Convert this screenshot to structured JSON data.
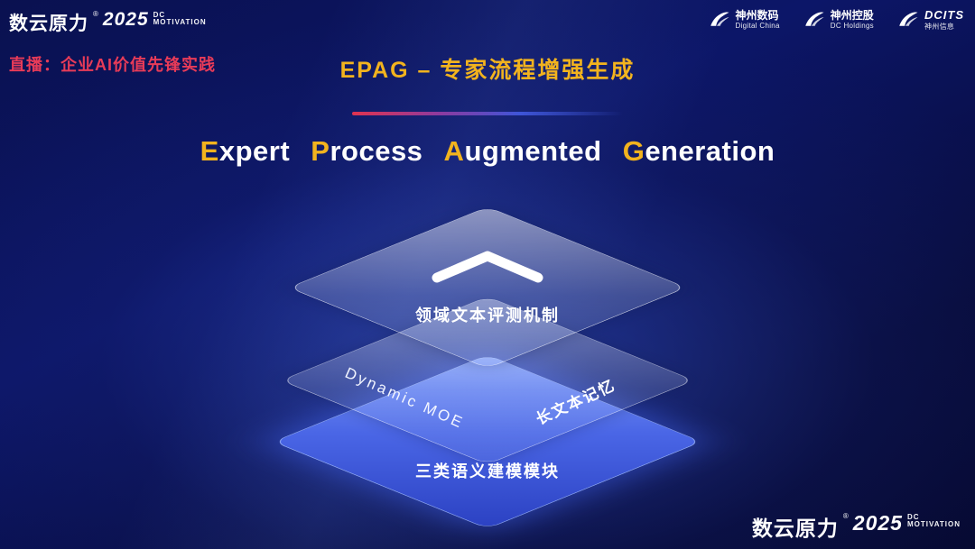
{
  "brand": {
    "name": "数云原力",
    "reg": "®",
    "year": "2025",
    "dc": "DC",
    "motivation": "MOTIVATION"
  },
  "header": {
    "live_label": "直播：企业AI价值先锋实践",
    "slide_heading": "EPAG – 专家流程增强生成",
    "partner_logos": [
      {
        "line1": "神州数码",
        "line2": "Digital China"
      },
      {
        "line1": "神州控股",
        "line2": "DC Holdings"
      },
      {
        "line1": "DCITS",
        "line2": "神州信息"
      }
    ]
  },
  "title": {
    "words": [
      {
        "accent": "E",
        "rest": "xpert"
      },
      {
        "accent": "P",
        "rest": "rocess"
      },
      {
        "accent": "A",
        "rest": "ugmented"
      },
      {
        "accent": "G",
        "rest": "eneration"
      }
    ]
  },
  "diagram": {
    "top_layer_label": "领域文本评测机制",
    "middle_layer_left_label": "Dynamic MOE",
    "middle_layer_right_label": "长文本记忆",
    "bottom_layer_label": "三类语义建模模块"
  },
  "colors": {
    "accent_gold": "#f2b31e",
    "live_red": "#e83b58",
    "bottom_layer_blue": "#3b55e0"
  }
}
